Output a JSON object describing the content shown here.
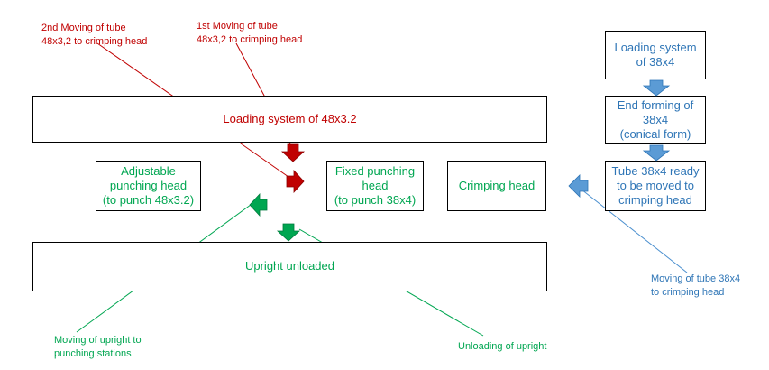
{
  "labels": {
    "second_moving": "2nd Moving of tube\n48x3,2 to crimping head",
    "first_moving": "1st Moving of tube\n48x3,2 to crimping head",
    "moving_upright": "Moving of upright to\npunching stations",
    "unloading_upright": "Unloading of upright",
    "moving_tube_38x4": "Moving of tube 38x4\nto crimping head"
  },
  "boxes": {
    "loading_48": "Loading system of 48x3.2",
    "adjustable_head": "Adjustable\npunching head\n(to punch 48x3.2)",
    "fixed_head": "Fixed punching\nhead\n(to punch 38x4)",
    "crimping_head": "Crimping head",
    "upright_unloaded": "Upright unloaded",
    "loading_38": "Loading system\nof 38x4",
    "end_forming": "End forming of\n38x4\n(conical form)",
    "tube_ready": "Tube 38x4 ready\nto be moved to\ncrimping head"
  },
  "colors": {
    "red": "#c00000",
    "green": "#00a651",
    "blue": "#2e75b6",
    "box_border": "#000000"
  }
}
